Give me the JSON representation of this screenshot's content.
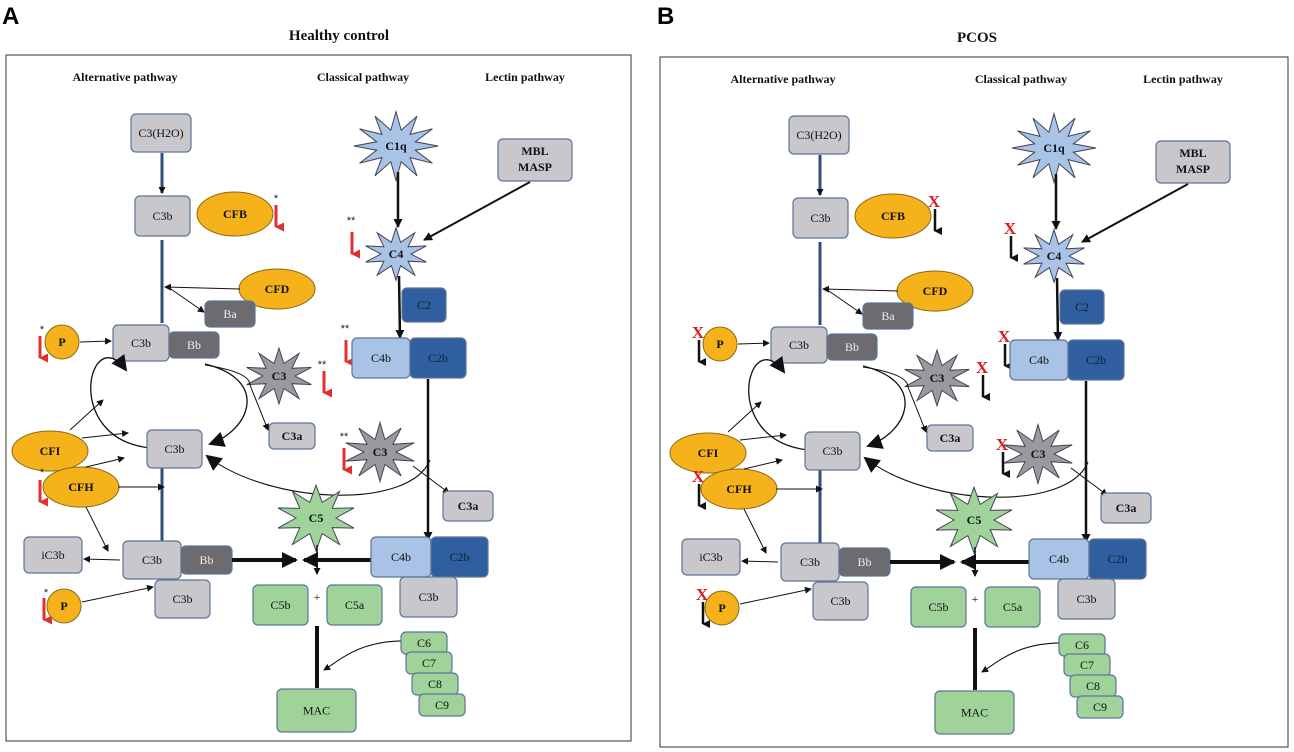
{
  "panels": {
    "a": {
      "letter": "A",
      "title": "Healthy control"
    },
    "b": {
      "letter": "B",
      "title": "PCOS"
    }
  },
  "headers": {
    "alternative": "Alternative  pathway",
    "classical": "Classical pathway",
    "lectin": "Lectin pathway"
  },
  "nodes": {
    "c3h2o": "C3(H2O)",
    "c1q": "C1q",
    "mbl_line1": "MBL",
    "mbl_line2": "MASP",
    "c3b": "C3b",
    "cfb": "CFB",
    "c4": "C4",
    "cfd": "CFD",
    "ba": "Ba",
    "c2": "C2",
    "p": "P",
    "bb": "Bb",
    "c3": "C3",
    "c4b": "C4b",
    "c2b": "C2b",
    "c3a": "C3a",
    "cfi": "CFI",
    "cfh": "CFH",
    "c5": "C5",
    "ic3b": "iC3b",
    "c5b": "C5b",
    "plus": "+",
    "c5a": "C5a",
    "c6": "C6",
    "c7": "C7",
    "c8": "C8",
    "c9": "C9",
    "mac": "MAC"
  },
  "marks": {
    "single_star": "*",
    "double_star": "**",
    "x": "X"
  },
  "colors": {
    "orange": "#f5b21a",
    "light_gray": "#c8c8cc",
    "dark_gray": "#6b6b70",
    "light_blue": "#a9c3e6",
    "dark_blue": "#2f5f9e",
    "green": "#9fd39a",
    "star_gray": "#9a9a9e",
    "red_arrow": "#e03030",
    "x_red": "#d62020"
  }
}
